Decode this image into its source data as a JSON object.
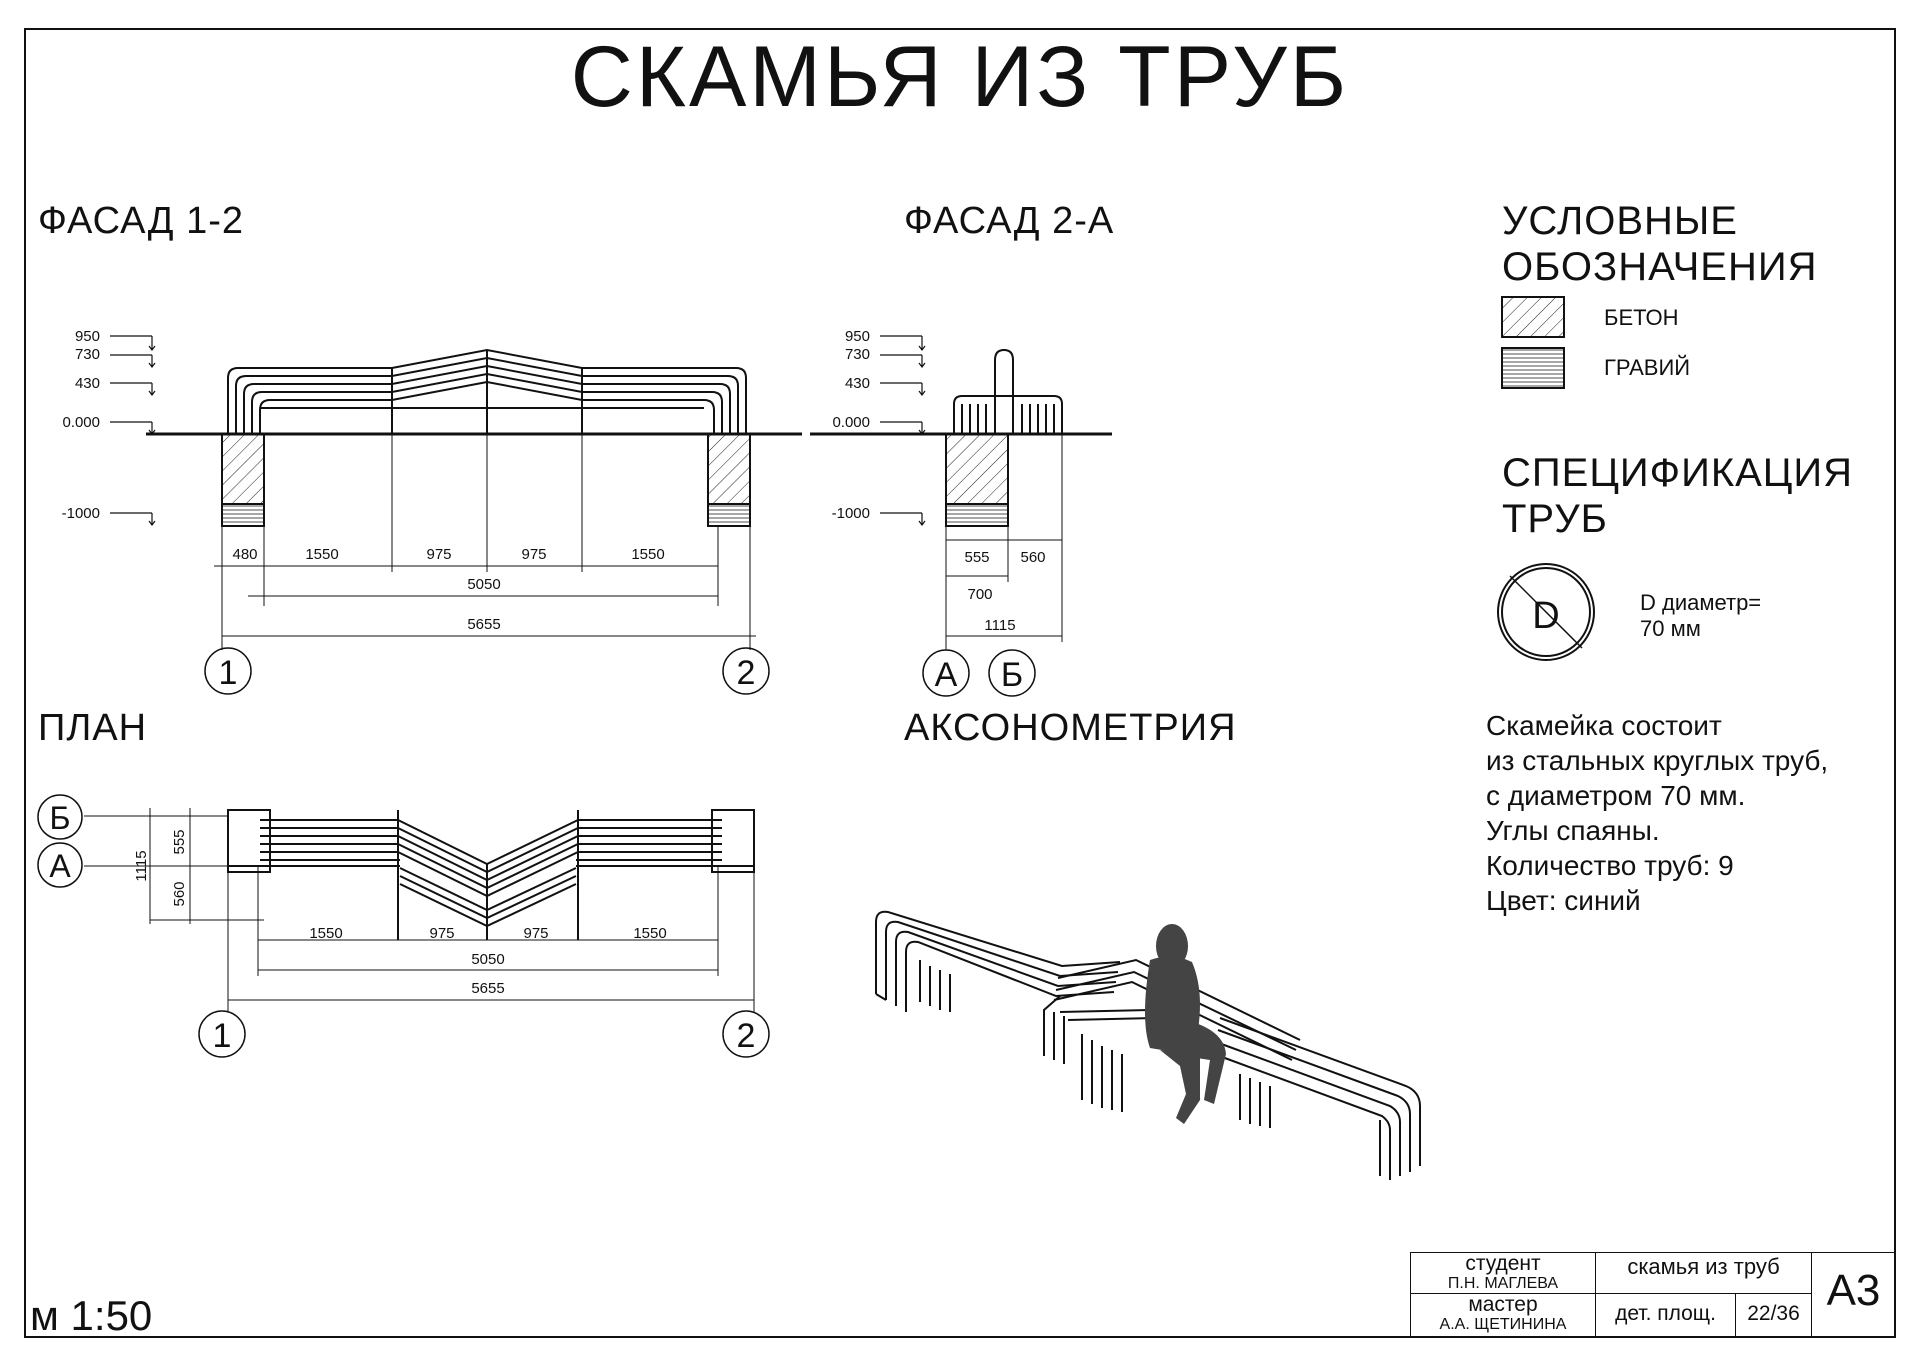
{
  "title": "СКАМЬЯ ИЗ ТРУБ",
  "sections": {
    "facade12": "ФАСАД 1-2",
    "facade2a": "ФАСАД 2-А",
    "plan": "ПЛАН",
    "axon": "АКСОНОМЕТРИЯ"
  },
  "legend": {
    "title_line1": "УСЛОВНЫЕ",
    "title_line2": "ОБОЗНАЧЕНИЯ",
    "items": [
      {
        "label": "БЕТОН"
      },
      {
        "label": "ГРАВИЙ"
      }
    ]
  },
  "spec": {
    "title_line1": "СПЕЦИФИКАЦИЯ",
    "title_line2": "ТРУБ",
    "symbol": "D",
    "desc_line1": "D  диаметр=",
    "desc_line2": "70 мм"
  },
  "note": "Скамейка состоит\nиз стальных круглых труб,\nс диаметром 70 мм.\nУглы спаяны.\nКоличество труб: 9\nЦвет: синий",
  "facade12": {
    "levels": [
      "950",
      "730",
      "430",
      "0.000",
      "-1000"
    ],
    "dims_row1": [
      "480",
      "1550",
      "975",
      "975",
      "1550"
    ],
    "dim_total_inner": "5050",
    "dim_total": "5655",
    "axes": [
      "1",
      "2"
    ]
  },
  "facade2a": {
    "levels": [
      "950",
      "730",
      "430",
      "0.000",
      "-1000"
    ],
    "dims_row1": [
      "555",
      "560"
    ],
    "dim_700": "700",
    "dim_total": "1115",
    "axes": [
      "А",
      "Б"
    ]
  },
  "plan": {
    "axes_left": [
      "Б",
      "А"
    ],
    "dims_vertical": [
      "555",
      "560"
    ],
    "dim_vertical_total": "1115",
    "dims_row1": [
      "1550",
      "975",
      "975",
      "1550"
    ],
    "dim_total_inner": "5050",
    "dim_total": "5655",
    "axes": [
      "1",
      "2"
    ]
  },
  "scale": "м 1:50",
  "titleblock": {
    "student_role": "студент",
    "student_name": "П.Н. МАГЛЕВА",
    "master_role": "мастер",
    "master_name": "А.А. ЩЕТИНИНА",
    "project": "скамья из труб",
    "sheet_type": "дет. площ.",
    "sheet_num": "22/36",
    "format": "А3"
  }
}
